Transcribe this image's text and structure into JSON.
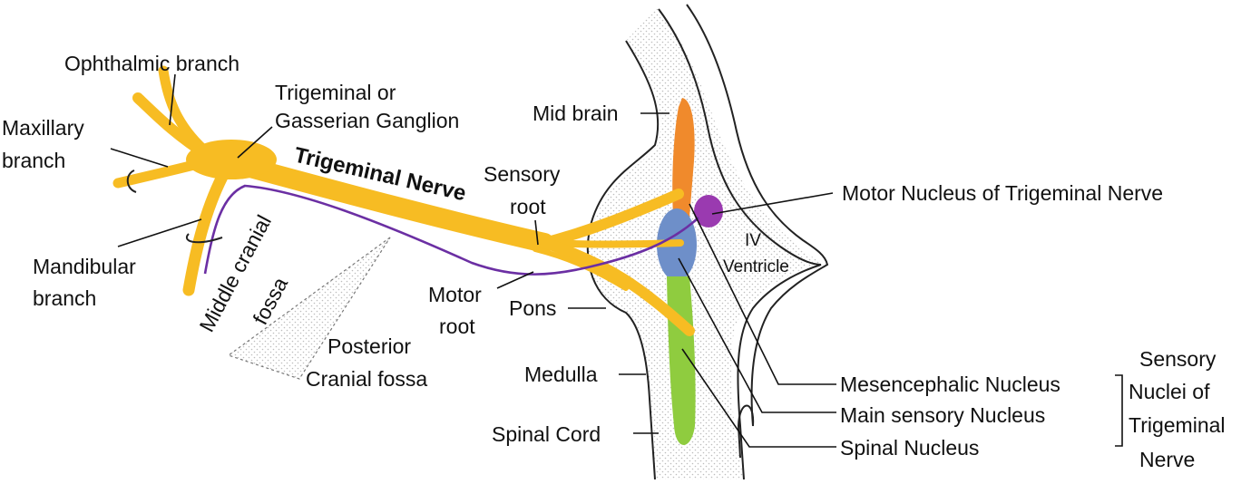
{
  "colors": {
    "nerve": "#F7BC23",
    "motor_root": "#6B2FA3",
    "mesencephalic": "#F08A2C",
    "main_sensory": "#6E8FC9",
    "spinal": "#8FCC3F",
    "motor_nucleus": "#9A3AB0",
    "fossa_fill": "#e3e3e3",
    "stipple": "#cfcfcf"
  },
  "labels": {
    "ophthalmic": "Ophthalmic branch",
    "ganglion_1": "Trigeminal or",
    "ganglion_2": "Gasserian Ganglion",
    "maxillary_1": "Maxillary",
    "maxillary_2": "branch",
    "nerve_title": "Trigeminal Nerve",
    "mandibular_1": "Mandibular",
    "mandibular_2": "branch",
    "middle_fossa_1": "Middle cranial",
    "middle_fossa_2": "fossa",
    "posterior_fossa_1": "Posterior",
    "posterior_fossa_2": "Cranial fossa",
    "sensory_root_1": "Sensory",
    "sensory_root_2": "root",
    "motor_root_1": "Motor",
    "motor_root_2": "root",
    "midbrain": "Mid brain",
    "pons": "Pons",
    "medulla": "Medulla",
    "spinal_cord": "Spinal Cord",
    "iv_ventricle_1": "IV",
    "iv_ventricle_2": "Ventricle",
    "motor_nucleus": "Motor Nucleus of Trigeminal Nerve",
    "mesencephalic_nucleus": "Mesencephalic Nucleus",
    "main_sensory_nucleus": "Main sensory Nucleus",
    "spinal_nucleus": "Spinal Nucleus",
    "sensory_nuclei_1": "Sensory",
    "sensory_nuclei_2": "Nuclei of",
    "sensory_nuclei_3": "Trigeminal",
    "sensory_nuclei_4": "Nerve"
  }
}
